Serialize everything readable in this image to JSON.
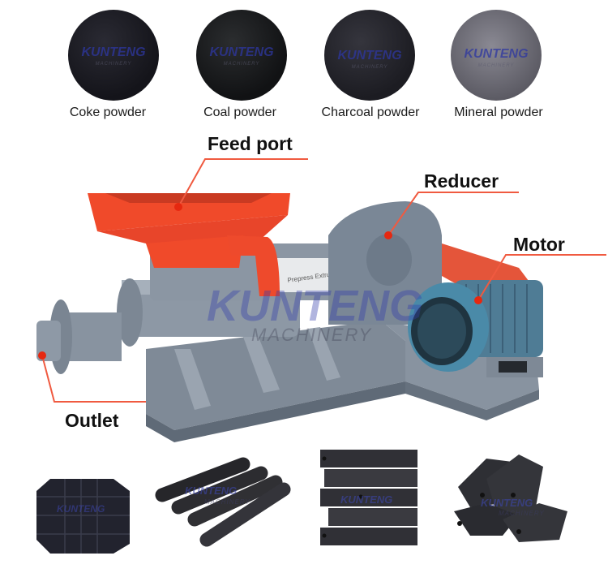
{
  "powders": [
    {
      "label": "Coke powder",
      "color": "#1c1c22"
    },
    {
      "label": "Coal powder",
      "color": "#1a1b1d"
    },
    {
      "label": "Charcoal powder",
      "color": "#25252b"
    },
    {
      "label": "Mineral powder",
      "color": "#6d6c74"
    }
  ],
  "watermark": {
    "brand": "KUNTENG",
    "sub": "MACHINERY"
  },
  "machine": {
    "nameplate": "Prepress Extruder",
    "callouts": [
      {
        "id": "feed-port",
        "label": "Feed port"
      },
      {
        "id": "reducer",
        "label": "Reducer"
      },
      {
        "id": "motor",
        "label": "Motor"
      },
      {
        "id": "outlet",
        "label": "Outlet"
      }
    ],
    "colors": {
      "hopper": "#f04a2a",
      "body": "#8a95a2",
      "motor": "#4a8aa8",
      "callout_line": "#f05a40",
      "callout_dot": "#e62810"
    }
  },
  "briquettes": [
    {
      "shape": "square-blocks"
    },
    {
      "shape": "cylindrical-rods"
    },
    {
      "shape": "square-hollow-sticks"
    },
    {
      "shape": "hexagonal-hollow-sticks"
    }
  ]
}
